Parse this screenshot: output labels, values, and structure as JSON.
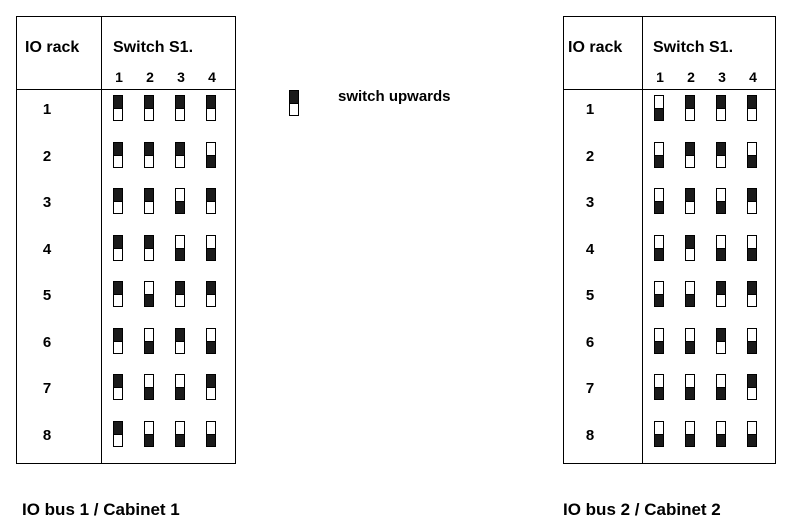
{
  "legend": {
    "label": "switch upwards"
  },
  "tables": [
    {
      "header_rack": "IO rack",
      "header_switch": "Switch S1.",
      "columns": [
        "1",
        "2",
        "3",
        "4"
      ],
      "caption": "IO bus 1 / Cabinet 1",
      "rows": [
        {
          "rack": "1",
          "switches": [
            "up",
            "up",
            "up",
            "up"
          ]
        },
        {
          "rack": "2",
          "switches": [
            "up",
            "up",
            "up",
            "down"
          ]
        },
        {
          "rack": "3",
          "switches": [
            "up",
            "up",
            "down",
            "up"
          ]
        },
        {
          "rack": "4",
          "switches": [
            "up",
            "up",
            "down",
            "down"
          ]
        },
        {
          "rack": "5",
          "switches": [
            "up",
            "down",
            "up",
            "up"
          ]
        },
        {
          "rack": "6",
          "switches": [
            "up",
            "down",
            "up",
            "down"
          ]
        },
        {
          "rack": "7",
          "switches": [
            "up",
            "down",
            "down",
            "up"
          ]
        },
        {
          "rack": "8",
          "switches": [
            "up",
            "down",
            "down",
            "down"
          ]
        }
      ]
    },
    {
      "header_rack": "IO rack",
      "header_switch": "Switch S1.",
      "columns": [
        "1",
        "2",
        "3",
        "4"
      ],
      "caption": "IO bus 2 / Cabinet 2",
      "rows": [
        {
          "rack": "1",
          "switches": [
            "down",
            "up",
            "up",
            "up"
          ]
        },
        {
          "rack": "2",
          "switches": [
            "down",
            "up",
            "up",
            "down"
          ]
        },
        {
          "rack": "3",
          "switches": [
            "down",
            "up",
            "down",
            "up"
          ]
        },
        {
          "rack": "4",
          "switches": [
            "down",
            "up",
            "down",
            "down"
          ]
        },
        {
          "rack": "5",
          "switches": [
            "down",
            "down",
            "up",
            "up"
          ]
        },
        {
          "rack": "6",
          "switches": [
            "down",
            "down",
            "up",
            "down"
          ]
        },
        {
          "rack": "7",
          "switches": [
            "down",
            "down",
            "down",
            "up"
          ]
        },
        {
          "rack": "8",
          "switches": [
            "down",
            "down",
            "down",
            "down"
          ]
        }
      ]
    }
  ]
}
